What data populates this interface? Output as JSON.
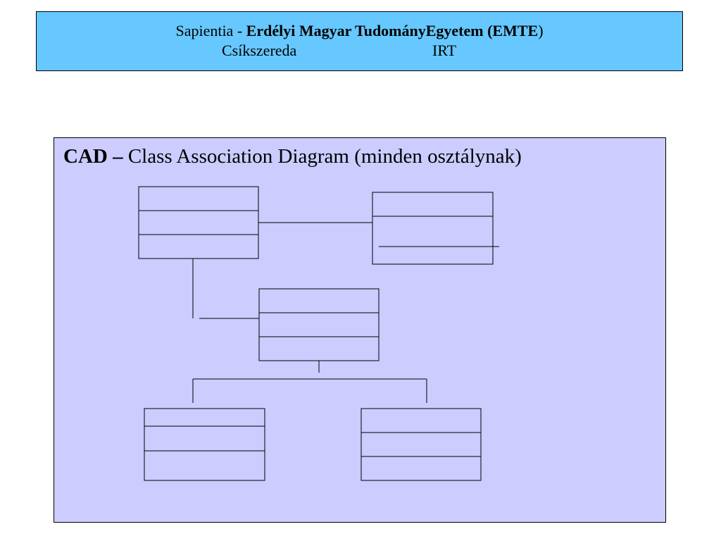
{
  "header": {
    "line1_prefix": "Sapientia - ",
    "line1_bold": "Erdélyi Magyar TudományEgyetem  (EMTE",
    "line1_suffix": ")",
    "city": "Csíkszereda",
    "department": "IRT"
  },
  "diagram": {
    "title_bold": "CAD – ",
    "title_rest": "Class Association Diagram (minden osztálynak)"
  },
  "colors": {
    "header_bg": "#66c8ff",
    "panel_bg": "#ccccff",
    "line": "#000000"
  }
}
